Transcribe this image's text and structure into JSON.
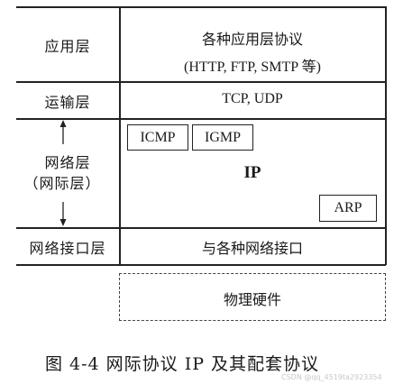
{
  "layers": [
    {
      "name": "应用层",
      "content_lines": [
        "各种应用层协议",
        "(HTTP, FTP, SMTP 等)"
      ]
    },
    {
      "name": "运输层",
      "content_lines": [
        "TCP, UDP"
      ]
    },
    {
      "name_lines": [
        "网络层",
        "（网际层）"
      ],
      "main_protocol": "IP",
      "sub_protocols": [
        "ICMP",
        "IGMP",
        "ARP"
      ]
    },
    {
      "name": "网络接口层",
      "content_lines": [
        "与各种网络接口"
      ]
    }
  ],
  "physical": "物理硬件",
  "caption": "图 4-4   网际协议 IP 及其配套协议",
  "watermark": "CSDN @qq_4519ta2923354"
}
